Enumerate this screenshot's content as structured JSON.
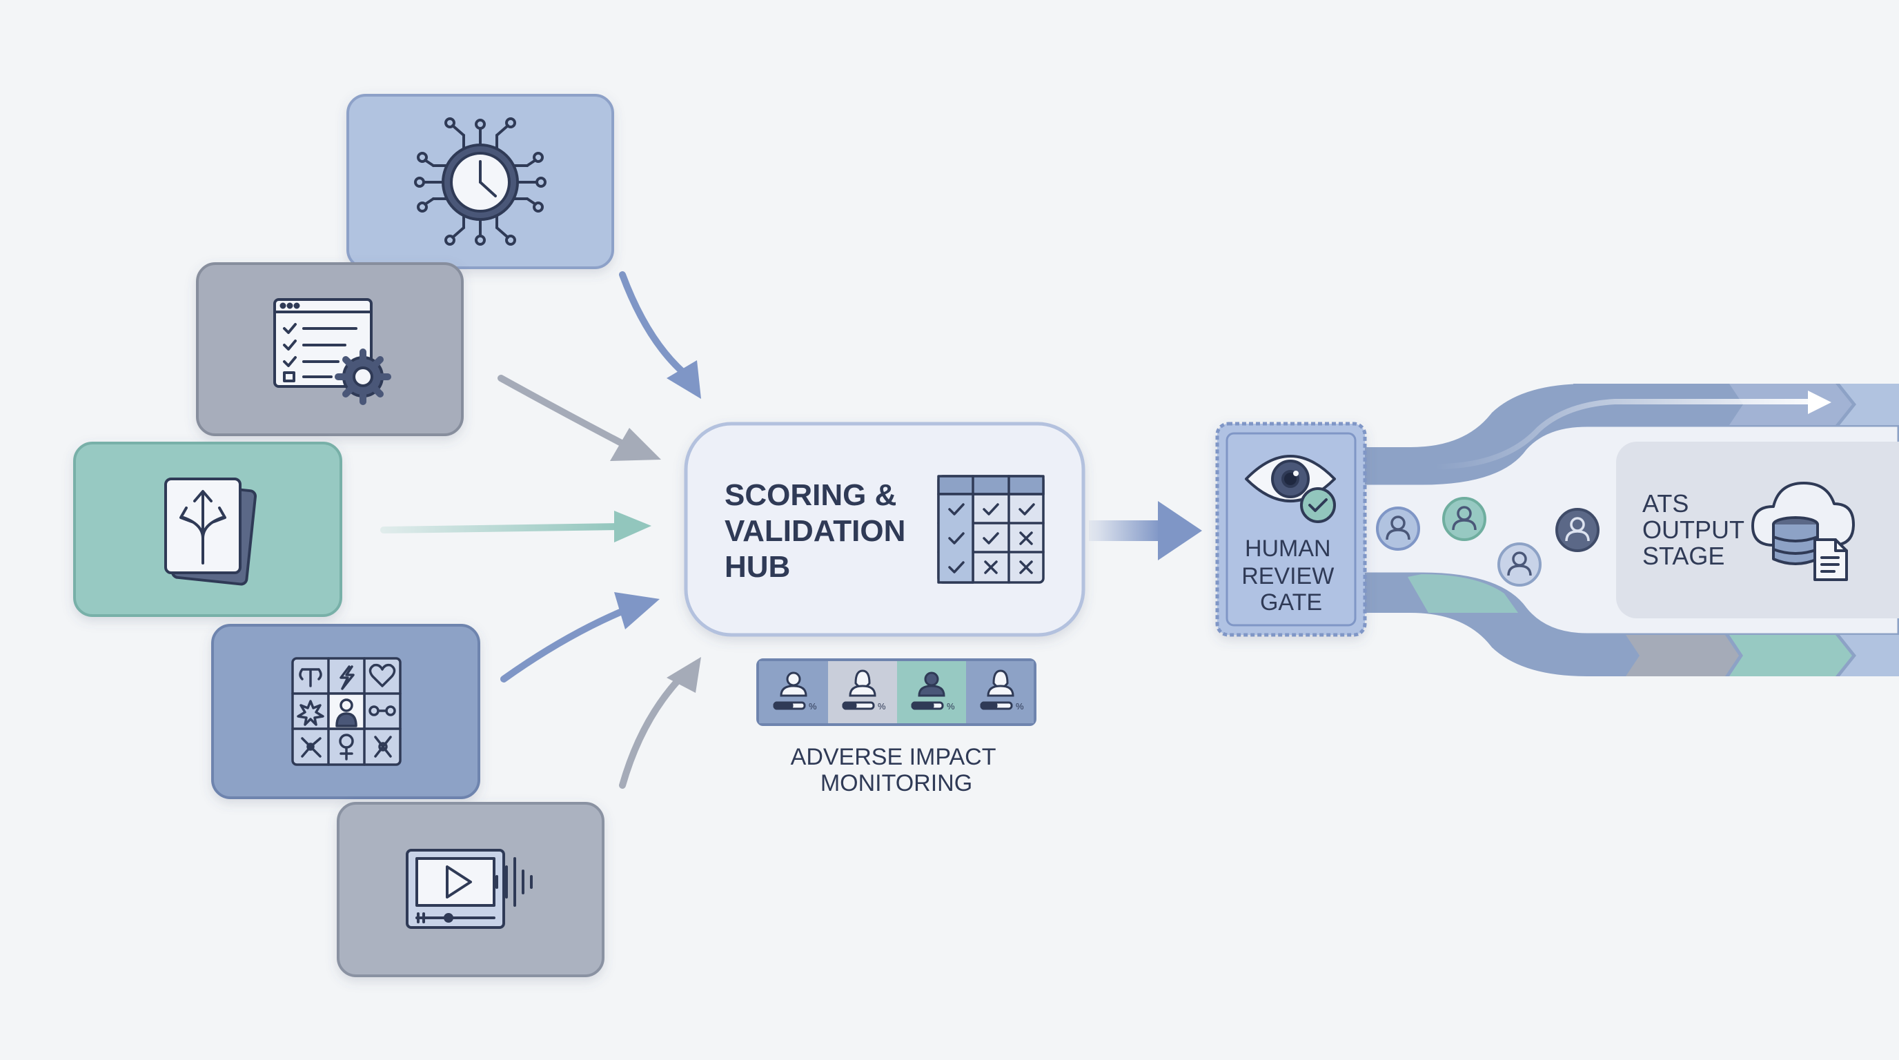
{
  "hub": {
    "title_lines": [
      "SCORING &",
      "VALIDATION",
      "HUB"
    ]
  },
  "monitor": {
    "label_lines": [
      "ADVERSE IMPACT",
      "MONITORING"
    ]
  },
  "gate": {
    "label_lines": [
      "HUMAN",
      "REVIEW",
      "GATE"
    ]
  },
  "output": {
    "label_lines": [
      "ATS",
      "OUTPUT",
      "STAGE"
    ]
  },
  "input_modules": [
    {
      "icon": "circuit-clock-icon",
      "color": "#b1c3e0"
    },
    {
      "icon": "checklist-gear-icon",
      "color": "#a7adbb"
    },
    {
      "icon": "branching-arrow-cards-icon",
      "color": "#97c9c2"
    },
    {
      "icon": "personality-grid-icon",
      "color": "#8da2c6"
    },
    {
      "icon": "video-audio-icon",
      "color": "#abb2c0"
    }
  ],
  "colors": {
    "accent": "#7f96c6",
    "teal": "#92c6bd",
    "gray": "#a5abb8",
    "navy": "#2f3a56",
    "gate_fill": "#b0c2e3"
  }
}
